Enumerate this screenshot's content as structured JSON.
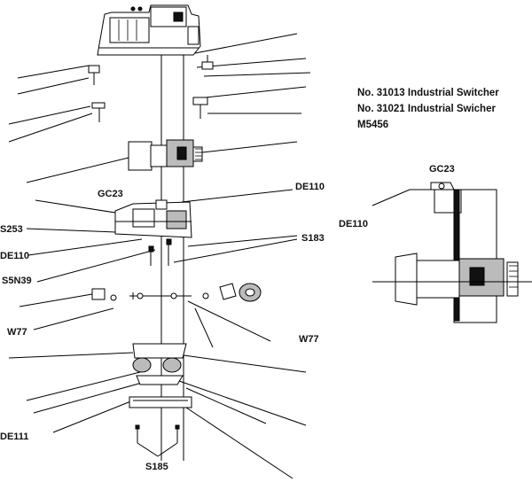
{
  "header": {
    "lines": [
      "No. 31013 Industrial Switcher",
      "No. 31021 Industrial Swicher",
      "M5456"
    ]
  },
  "labels": {
    "gc23_main": "GC23",
    "de110_upper": "DE110",
    "s253": "S253",
    "s183": "S183",
    "de110_lower": "DE110",
    "s5n39": "S5N39",
    "w77_left": "W77",
    "w77_right": "W77",
    "de111": "DE111",
    "s185": "S185",
    "gc23_detail": "GC23",
    "de110_detail": "DE110"
  }
}
